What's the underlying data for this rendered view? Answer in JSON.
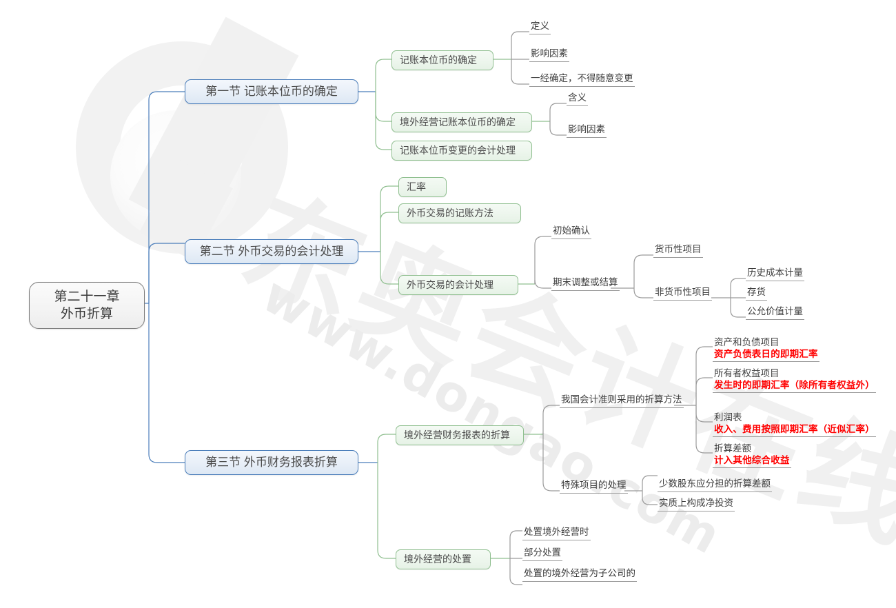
{
  "doc": {
    "type": "mindmap",
    "watermark_url": "www.dongao.com",
    "watermark_big": "东奥会计在线",
    "colors": {
      "root_border": "#7b7b7b",
      "section_border": "#4a7dba",
      "section_fill": "#e8eff8",
      "topic_border": "#8fbf8f",
      "topic_fill": "#edf6ed",
      "leaf_underline": "#9a9a9a",
      "highlight_red": "#ff0000",
      "text": "#4a4a4a"
    }
  },
  "root": {
    "line1": "第二十一章",
    "line2": "外币折算"
  },
  "sections": [
    {
      "id": "s1",
      "label": "第一节 记账本位币的确定",
      "topics": [
        {
          "id": "s1t1",
          "label": "记账本位币的确定",
          "leaves": [
            {
              "text": "定义"
            },
            {
              "text": "影响因素"
            },
            {
              "text": "一经确定，不得随意变更"
            }
          ]
        },
        {
          "id": "s1t2",
          "label": "境外经营记账本位币的确定",
          "leaves": [
            {
              "text": "含义"
            },
            {
              "text": "影响因素"
            }
          ]
        },
        {
          "id": "s1t3",
          "label": "记账本位币变更的会计处理",
          "leaves": []
        }
      ]
    },
    {
      "id": "s2",
      "label": "第二节 外币交易的会计处理",
      "topics": [
        {
          "id": "s2t1",
          "label": "汇率",
          "leaves": []
        },
        {
          "id": "s2t2",
          "label": "外币交易的记账方法",
          "leaves": []
        },
        {
          "id": "s2t3",
          "label": "外币交易的会计处理",
          "leaves": [
            {
              "text": "初始确认"
            },
            {
              "text": "期末调整或结算"
            }
          ],
          "sub": [
            {
              "text": "货币性项目",
              "children": []
            },
            {
              "text": "非货币性项目",
              "children": [
                {
                  "text": "历史成本计量"
                },
                {
                  "text": "存货"
                },
                {
                  "text": "公允价值计量"
                }
              ]
            }
          ]
        }
      ]
    },
    {
      "id": "s3",
      "label": "第三节 外币财务报表折算",
      "topics": [
        {
          "id": "s3t1",
          "label": "境外经营财务报表的折算",
          "leaves": [
            {
              "text": "我国会计准则采用的折算方法"
            },
            {
              "text": "特殊项目的处理"
            }
          ],
          "method_items": [
            {
              "title": "资产和负债项目",
              "rule": "资产负债表日的即期汇率"
            },
            {
              "title": "所有者权益项目",
              "rule": "发生时的即期汇率（除所有者权益外）"
            },
            {
              "title": "利润表",
              "rule": "收入、费用按照即期汇率（近似汇率）"
            },
            {
              "title": "折算差额",
              "rule": "计入其他综合收益"
            }
          ],
          "special_items": [
            {
              "text": "少数股东应分担的折算差额"
            },
            {
              "text": "实质上构成净投资"
            }
          ]
        },
        {
          "id": "s3t2",
          "label": "境外经营的处置",
          "leaves": [
            {
              "text": "处置境外经营时"
            },
            {
              "text": "部分处置"
            },
            {
              "text": "处置的境外经营为子公司的"
            }
          ]
        }
      ]
    }
  ]
}
